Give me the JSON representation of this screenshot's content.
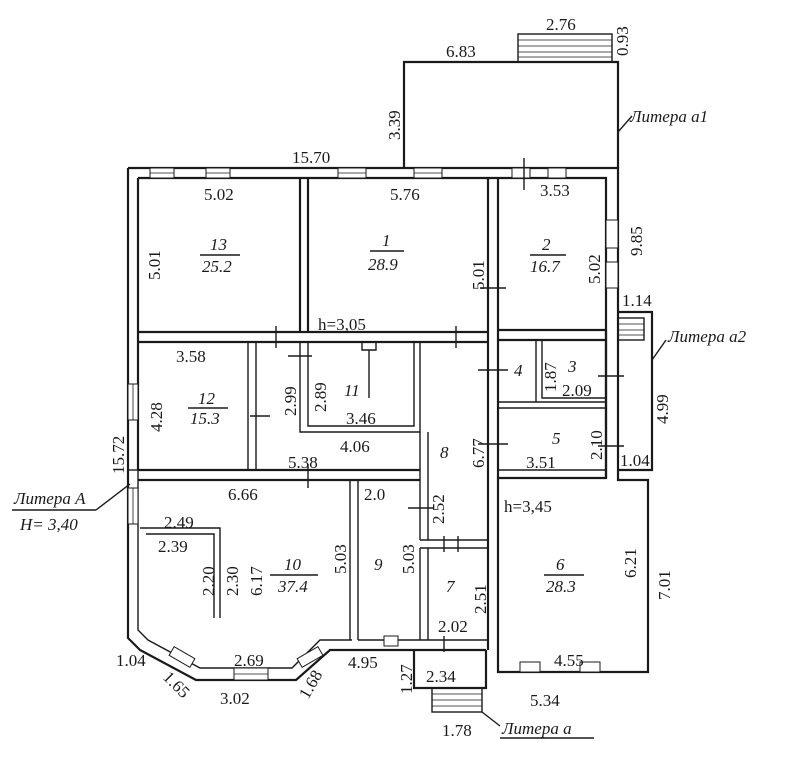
{
  "plan": {
    "dimensions": {
      "d276": "2.76",
      "d093": "0.93",
      "d683": "6.83",
      "d339": "3.39",
      "d1570": "15.70",
      "d502top": "5.02",
      "d576": "5.76",
      "d353": "3.53",
      "d985": "9.85",
      "d501left": "5.01",
      "d501mid": "5.01",
      "d502right": "5.02",
      "d114": "1.14",
      "h305": "h=3,05",
      "d358": "3.58",
      "d299": "2.99",
      "d289": "2.89",
      "d346": "3.46",
      "d406": "4.06",
      "d428": "4.28",
      "d187": "1.87",
      "d209": "2.09",
      "d499": "4.99",
      "d210": "2.10",
      "d104right": "1.04",
      "d351": "3.51",
      "d677": "6.77",
      "d1572": "15.72",
      "d538": "5.38",
      "d666": "6.66",
      "d20": "2.0",
      "d252": "2.52",
      "h345": "h=3,45",
      "d249": "2.49",
      "d239": "2.39",
      "d220": "2.20",
      "d230": "2.30",
      "d617": "6.17",
      "d503a": "5.03",
      "d503b": "5.03",
      "d621": "6.21",
      "d251": "2.51",
      "d701": "7.01",
      "d202": "2.02",
      "d104left": "1.04",
      "d269": "2.69",
      "d165": "1.65",
      "d168": "1.68",
      "d495": "4.95",
      "d455": "4.55",
      "d127": "1.27",
      "d234": "2.34",
      "d302": "3.02",
      "d534": "5.34",
      "d178": "1.78"
    },
    "rooms": [
      {
        "num": "13",
        "area": "25.2"
      },
      {
        "num": "1",
        "area": "28.9"
      },
      {
        "num": "2",
        "area": "16.7"
      },
      {
        "num": "12",
        "area": "15.3"
      },
      {
        "num": "11"
      },
      {
        "num": "4"
      },
      {
        "num": "3"
      },
      {
        "num": "5"
      },
      {
        "num": "8"
      },
      {
        "num": "10",
        "area": "37.4"
      },
      {
        "num": "9"
      },
      {
        "num": "7"
      },
      {
        "num": "6",
        "area": "28.3"
      }
    ],
    "labels": {
      "litera_a1": "Литера а1",
      "litera_a2": "Литера а2",
      "litera_A": "Литера А",
      "litera_A_height": "Н= 3,40",
      "litera_a": "Литера а"
    }
  }
}
